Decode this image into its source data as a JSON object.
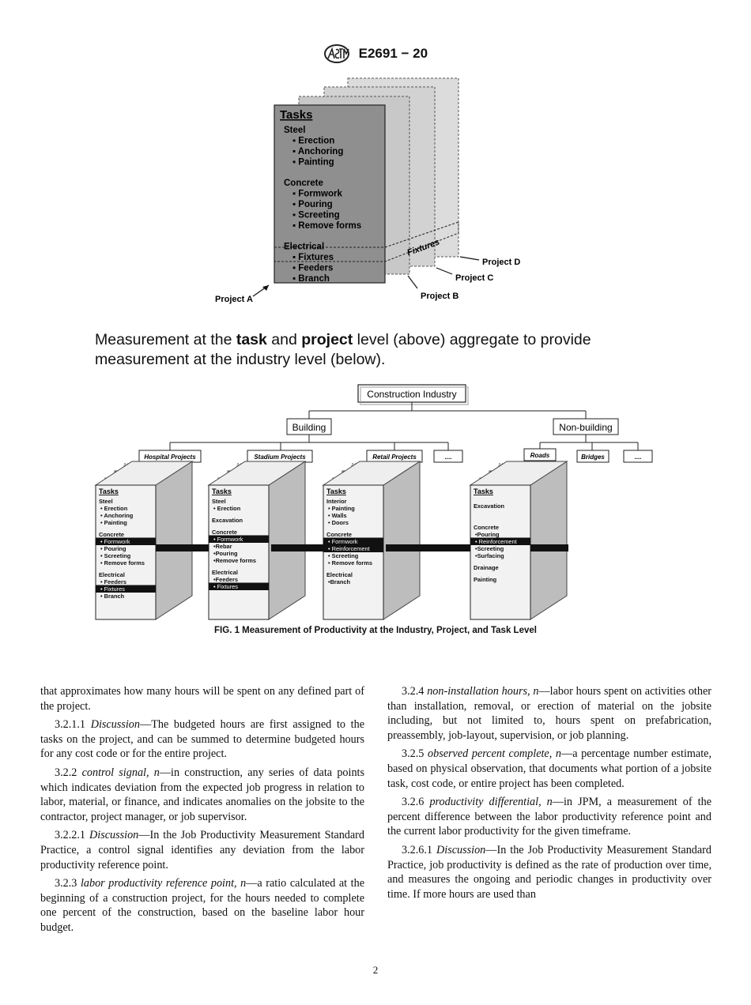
{
  "header": {
    "designation": "E2691 − 20"
  },
  "fig_top": {
    "tasks_title": "Tasks",
    "groups": [
      {
        "name": "Steel",
        "items": [
          "▪ Erection",
          "▪ Anchoring",
          "▪ Painting"
        ]
      },
      {
        "name": "Concrete",
        "items": [
          "▪ Formwork",
          "▪ Pouring",
          "▪ Screeting",
          "▪ Remove forms"
        ]
      },
      {
        "name": "Electrical",
        "items": [
          "▪ Fixtures",
          "▪ Feeders",
          "▪ Branch"
        ]
      }
    ],
    "fixtures_label": "Fixtures",
    "projects": [
      "Project A",
      "Project B",
      "Project C",
      "Project D"
    ]
  },
  "mid_caption": {
    "p1": "Measurement at the ",
    "b1": "task",
    "p2": " and ",
    "b2": "project",
    "p3": " level (above) aggregate to provide measurement at the industry level (below)."
  },
  "fig_bottom": {
    "root": "Construction Industry",
    "building": "Building",
    "nonbuilding": "Non-building",
    "sub_building": [
      "Hospital Projects",
      "Stadium Projects",
      "Retail Projects",
      "...."
    ],
    "sub_nonbuilding": [
      "Roads",
      "Bridges",
      "...."
    ],
    "stacks": [
      {
        "title": "Tasks",
        "lines": [
          "Steel",
          "• Erection",
          "• Anchoring",
          "• Painting",
          "",
          "Concrete",
          "• Formwork",
          "• Pouring",
          "• Screeting",
          "• Remove forms",
          "",
          "Electrical",
          "• Feeders",
          "• Fixtures",
          "• Branch"
        ]
      },
      {
        "title": "Tasks",
        "lines": [
          "Steel",
          "• Erection",
          "",
          "Excavation",
          "",
          "Concrete",
          "• Formwork",
          "•Rebar",
          "•Pouring",
          "•Remove forms",
          "",
          "Electrical",
          "•Feeders",
          "• Fixtures"
        ]
      },
      {
        "title": "Tasks",
        "lines": [
          "Interior",
          "• Painting",
          "• Walls",
          "• Doors",
          "",
          "Concrete",
          "• Formwork",
          "• Reinforcement",
          "• Screeting",
          "• Remove forms",
          "",
          "Electrical",
          "•Branch"
        ]
      },
      {
        "title": "Tasks",
        "lines": [
          "",
          "Excavation",
          "",
          "",
          "",
          "Concrete",
          "•Pouring",
          "• Reinforcement",
          "•Screeting",
          "•Surfacing",
          "",
          "Drainage",
          "",
          "Painting"
        ]
      }
    ]
  },
  "figure_caption": "FIG. 1 Measurement of Productivity at the Industry, Project, and Task Level",
  "left_col": [
    {
      "num": "",
      "term": "",
      "text": "that approximates how many hours will be spent on any defined part of the project.",
      "indent": false
    },
    {
      "num": "3.2.1.1",
      "term": "Discussion",
      "text": "—The budgeted hours are first assigned to the tasks on the project, and can be summed to determine budgeted hours for any cost code or for the entire project.",
      "indent": true
    },
    {
      "num": "3.2.2",
      "term": "control signal, n",
      "text": "—in construction, any series of data points which indicates deviation from the expected job progress in relation to labor, material, or finance, and indicates anomalies on the jobsite to the contractor, project manager, or job supervisor.",
      "indent": true
    },
    {
      "num": "3.2.2.1",
      "term": "Discussion",
      "text": "—In the Job Productivity Measurement Standard Practice, a control signal identifies any deviation from the labor productivity reference point.",
      "indent": true
    },
    {
      "num": "3.2.3",
      "term": "labor productivity reference point, n",
      "text": "—a ratio calculated at the beginning of a construction project, for the hours needed to complete one percent of the construction, based on the baseline labor hour budget.",
      "indent": true
    }
  ],
  "right_col": [
    {
      "num": "3.2.4",
      "term": "non-installation hours, n",
      "text": "—labor hours spent on activities other than installation, removal, or erection of material on the jobsite including, but not limited to, hours spent on prefabrication, preassembly, job-layout, supervision, or job planning.",
      "indent": true
    },
    {
      "num": "3.2.5",
      "term": "observed percent complete, n",
      "text": "—a percentage number estimate, based on physical observation, that documents what portion of a jobsite task, cost code, or entire project has been completed.",
      "indent": true
    },
    {
      "num": "3.2.6",
      "term": "productivity differential, n",
      "text": "—in JPM, a measurement of the percent difference between the labor productivity reference point and the current labor productivity for the given timeframe.",
      "indent": true
    },
    {
      "num": "3.2.6.1",
      "term": "Discussion",
      "text": "—In the Job Productivity Measurement Standard Practice, job productivity is defined as the rate of production over time, and measures the ongoing and periodic changes in productivity over time. If more hours are used than",
      "indent": true
    }
  ],
  "page_number": "2"
}
